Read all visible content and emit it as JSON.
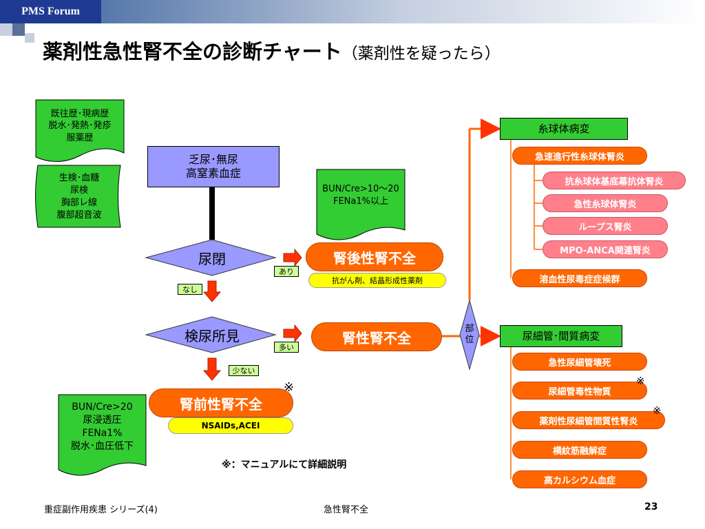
{
  "header": {
    "logo": "PMS Forum",
    "title_main": "薬剤性急性腎不全の診断チャート",
    "title_sub": "（薬剤性を疑ったら）"
  },
  "left_notes": {
    "history": [
      "既往歴･現病歴",
      "脱水･発熱･発疹",
      "服薬歴"
    ],
    "tests": [
      "生検･血糖",
      "尿検",
      "胸部レ線",
      "腹部超音波"
    ],
    "prerenal_criteria": [
      "BUN/Cre>20",
      "尿浸透圧",
      "FENa1%",
      "脱水･血圧低下"
    ]
  },
  "flow": {
    "start_box": [
      "乏尿･無尿",
      "高窒素血症"
    ],
    "renal_criteria": [
      "BUN/Cre>10～20",
      "FENa1%以上"
    ],
    "decision1": "尿閉",
    "decision2": "検尿所見",
    "yes_label": "あり",
    "no_label": "なし",
    "many_label": "多い",
    "few_label": "少ない",
    "postrenal": "腎後性腎不全",
    "postrenal_drugs": "抗がん剤、結晶形成性薬剤",
    "renal": "腎性腎不全",
    "prerenal": "腎前性腎不全",
    "prerenal_drugs": "NSAIDs,ACEI",
    "site_label": [
      "部",
      "位"
    ],
    "asterisk": "※",
    "manual_note": "※：マニュアルにて詳細説明"
  },
  "glomerular": {
    "header": "糸球体病変",
    "main_item": "急速進行性糸球体腎炎",
    "sub_items": [
      "抗糸球体基底幕抗体腎炎",
      "急性糸球体腎炎",
      "ループス腎炎",
      "MPO-ANCA関連腎炎"
    ],
    "last_item": "溶血性尿毒症症候群"
  },
  "tubular": {
    "header": "尿細管･間質病変",
    "items": [
      "急性尿細管壊死",
      "尿細管毒性物質",
      "薬剤性尿細管間質性腎炎",
      "横紋筋融解症",
      "高カルシウム血症"
    ]
  },
  "footer": {
    "left": "重症副作用疾患 シリーズ(4)",
    "center": "急性腎不全",
    "page": "23"
  },
  "colors": {
    "accent_orange": "#ff6600",
    "pink": "#ff7f8a",
    "note_green": "#33cc33",
    "header_green": "#33cc33",
    "diamond_purple": "#9999ff",
    "logo_blue": "#1f3a93"
  }
}
